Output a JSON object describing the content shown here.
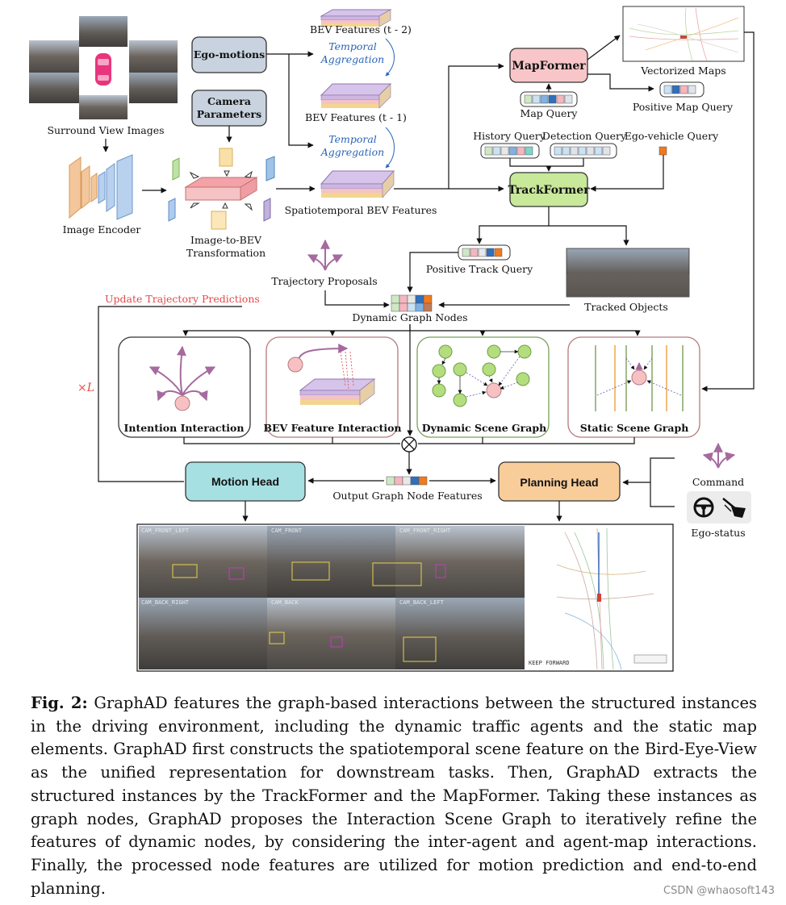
{
  "colors": {
    "pink_box": "#f8c6c9",
    "green_box": "#c8e89a",
    "teal_box": "#a7e0e2",
    "orange_box": "#f9cd9a",
    "grey_box": "#c9d3df",
    "purple": "#a56a9f",
    "bev_purple": "#cdb6e2",
    "bev_yellow": "#f3d58f",
    "bev_pink": "#f4c3c5",
    "red_text": "#e34a4a",
    "blue_text": "#2a64b8"
  },
  "inputs": {
    "surround_view": "Surround View Images",
    "image_encoder": "Image Encoder",
    "ego_motions": "Ego-motions",
    "camera_parameters_1": "Camera",
    "camera_parameters_2": "Parameters",
    "image_to_bev_1": "Image-to-BEV",
    "image_to_bev_2": "Transformation"
  },
  "bev": {
    "t2": "BEV Features (t - 2)",
    "t1": "BEV Features (t - 1)",
    "spatiotemporal": "Spatiotemporal BEV Features",
    "temporal_1": "Temporal",
    "temporal_2": "Aggregation"
  },
  "map": {
    "mapformer": "MapFormer",
    "map_query": "Map Query",
    "vectorized_maps": "Vectorized Maps",
    "positive_map_query": "Positive Map Query"
  },
  "track": {
    "trackformer": "TrackFormer",
    "history_query": "History Query",
    "detection_query": "Detection Query",
    "ego_vehicle_query": "Ego-vehicle Query",
    "positive_track_query": "Positive Track Query",
    "tracked_objects": "Tracked Objects"
  },
  "graph": {
    "trajectory_proposals": "Trajectory Proposals",
    "update_predictions": "Update Trajectory Predictions",
    "dynamic_graph_nodes": "Dynamic Graph Nodes",
    "times_l": "×L"
  },
  "modules": [
    {
      "label": "Intention Interaction"
    },
    {
      "label": "BEV Feature Interaction"
    },
    {
      "label": "Dynamic Scene Graph"
    },
    {
      "label": "Static Scene Graph"
    }
  ],
  "heads": {
    "motion_head": "Motion Head",
    "planning_head": "Planning Head",
    "output_features": "Output Graph Node Features",
    "command": "Command",
    "ego_status": "Ego-status"
  },
  "output_cams": [
    "CAM_FRONT_LEFT",
    "CAM_FRONT",
    "CAM_FRONT_RIGHT",
    "CAM_BACK_RIGHT",
    "CAM_BACK",
    "CAM_BACK_LEFT"
  ],
  "output_bev_label": "KEEP FORWARD",
  "caption": {
    "label": "Fig. 2:",
    "text": " GraphAD features the graph-based interactions between the structured instances in the driving environment, including the dynamic traffic agents and the static map elements. GraphAD first constructs the spatiotemporal scene feature on the Bird-Eye-View as the unified representation for downstream tasks. Then, GraphAD extracts the structured instances by the TrackFormer and the MapFormer. Taking these instances as graph nodes, GraphAD proposes the Interaction Scene Graph to iteratively refine the features of dynamic nodes, by considering the inter-agent and agent-map interactions. Finally, the processed node features are utilized for motion prediction and end-to-end planning."
  },
  "watermark": "CSDN @whaosoft143"
}
